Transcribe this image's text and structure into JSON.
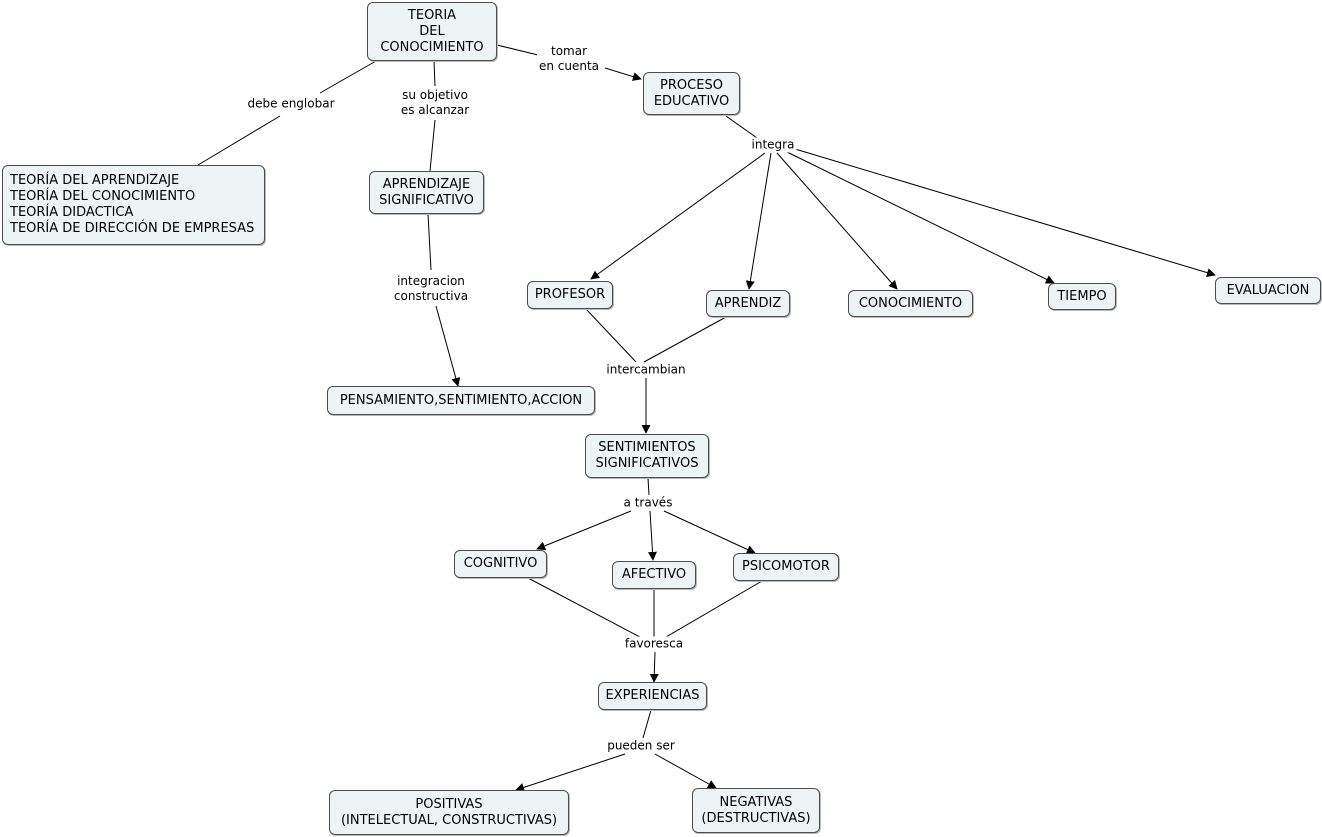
{
  "concepts": {
    "teoria_conocimiento": "TEORIA\nDEL\nCONOCIMIENTO",
    "proceso_educativo": "PROCESO\nEDUCATIVO",
    "teorias_lista": "TEORÍA DEL APRENDIZAJE\nTEORÍA DEL CONOCIMIENTO\nTEORÍA DIDACTICA\nTEORÍA DE DIRECCIÓN DE EMPRESAS",
    "aprendizaje_significativo": "APRENDIZAJE\nSIGNIFICATIVO",
    "pensamiento": "PENSAMIENTO,SENTIMIENTO,ACCION",
    "profesor": "PROFESOR",
    "aprendiz": "APRENDIZ",
    "conocimiento": "CONOCIMIENTO",
    "tiempo": "TIEMPO",
    "evaluacion": "EVALUACION",
    "sentimientos": "SENTIMIENTOS\nSIGNIFICATIVOS",
    "cognitivo": "COGNITIVO",
    "afectivo": "AFECTIVO",
    "psicomotor": "PSICOMOTOR",
    "experiencias": "EXPERIENCIAS",
    "positivas": "POSITIVAS\n(INTELECTUAL, CONSTRUCTIVAS)",
    "negativas": "NEGATIVAS\n(DESTRUCTIVAS)"
  },
  "linking_phrases": {
    "tomar": "tomar\nen cuenta",
    "debe_englobar": "debe englobar",
    "su_objetivo": "su objetivo\nes alcanzar",
    "integra": "integra",
    "integracion": "integracion\nconstructiva",
    "intercambian": "intercambian",
    "a_traves": "a través",
    "favoresca": "favoresca",
    "pueden_ser": "pueden ser"
  },
  "style": {
    "line_color": "#000000",
    "node_fill": "#eef3f5",
    "node_border": "#4d4d4d"
  }
}
